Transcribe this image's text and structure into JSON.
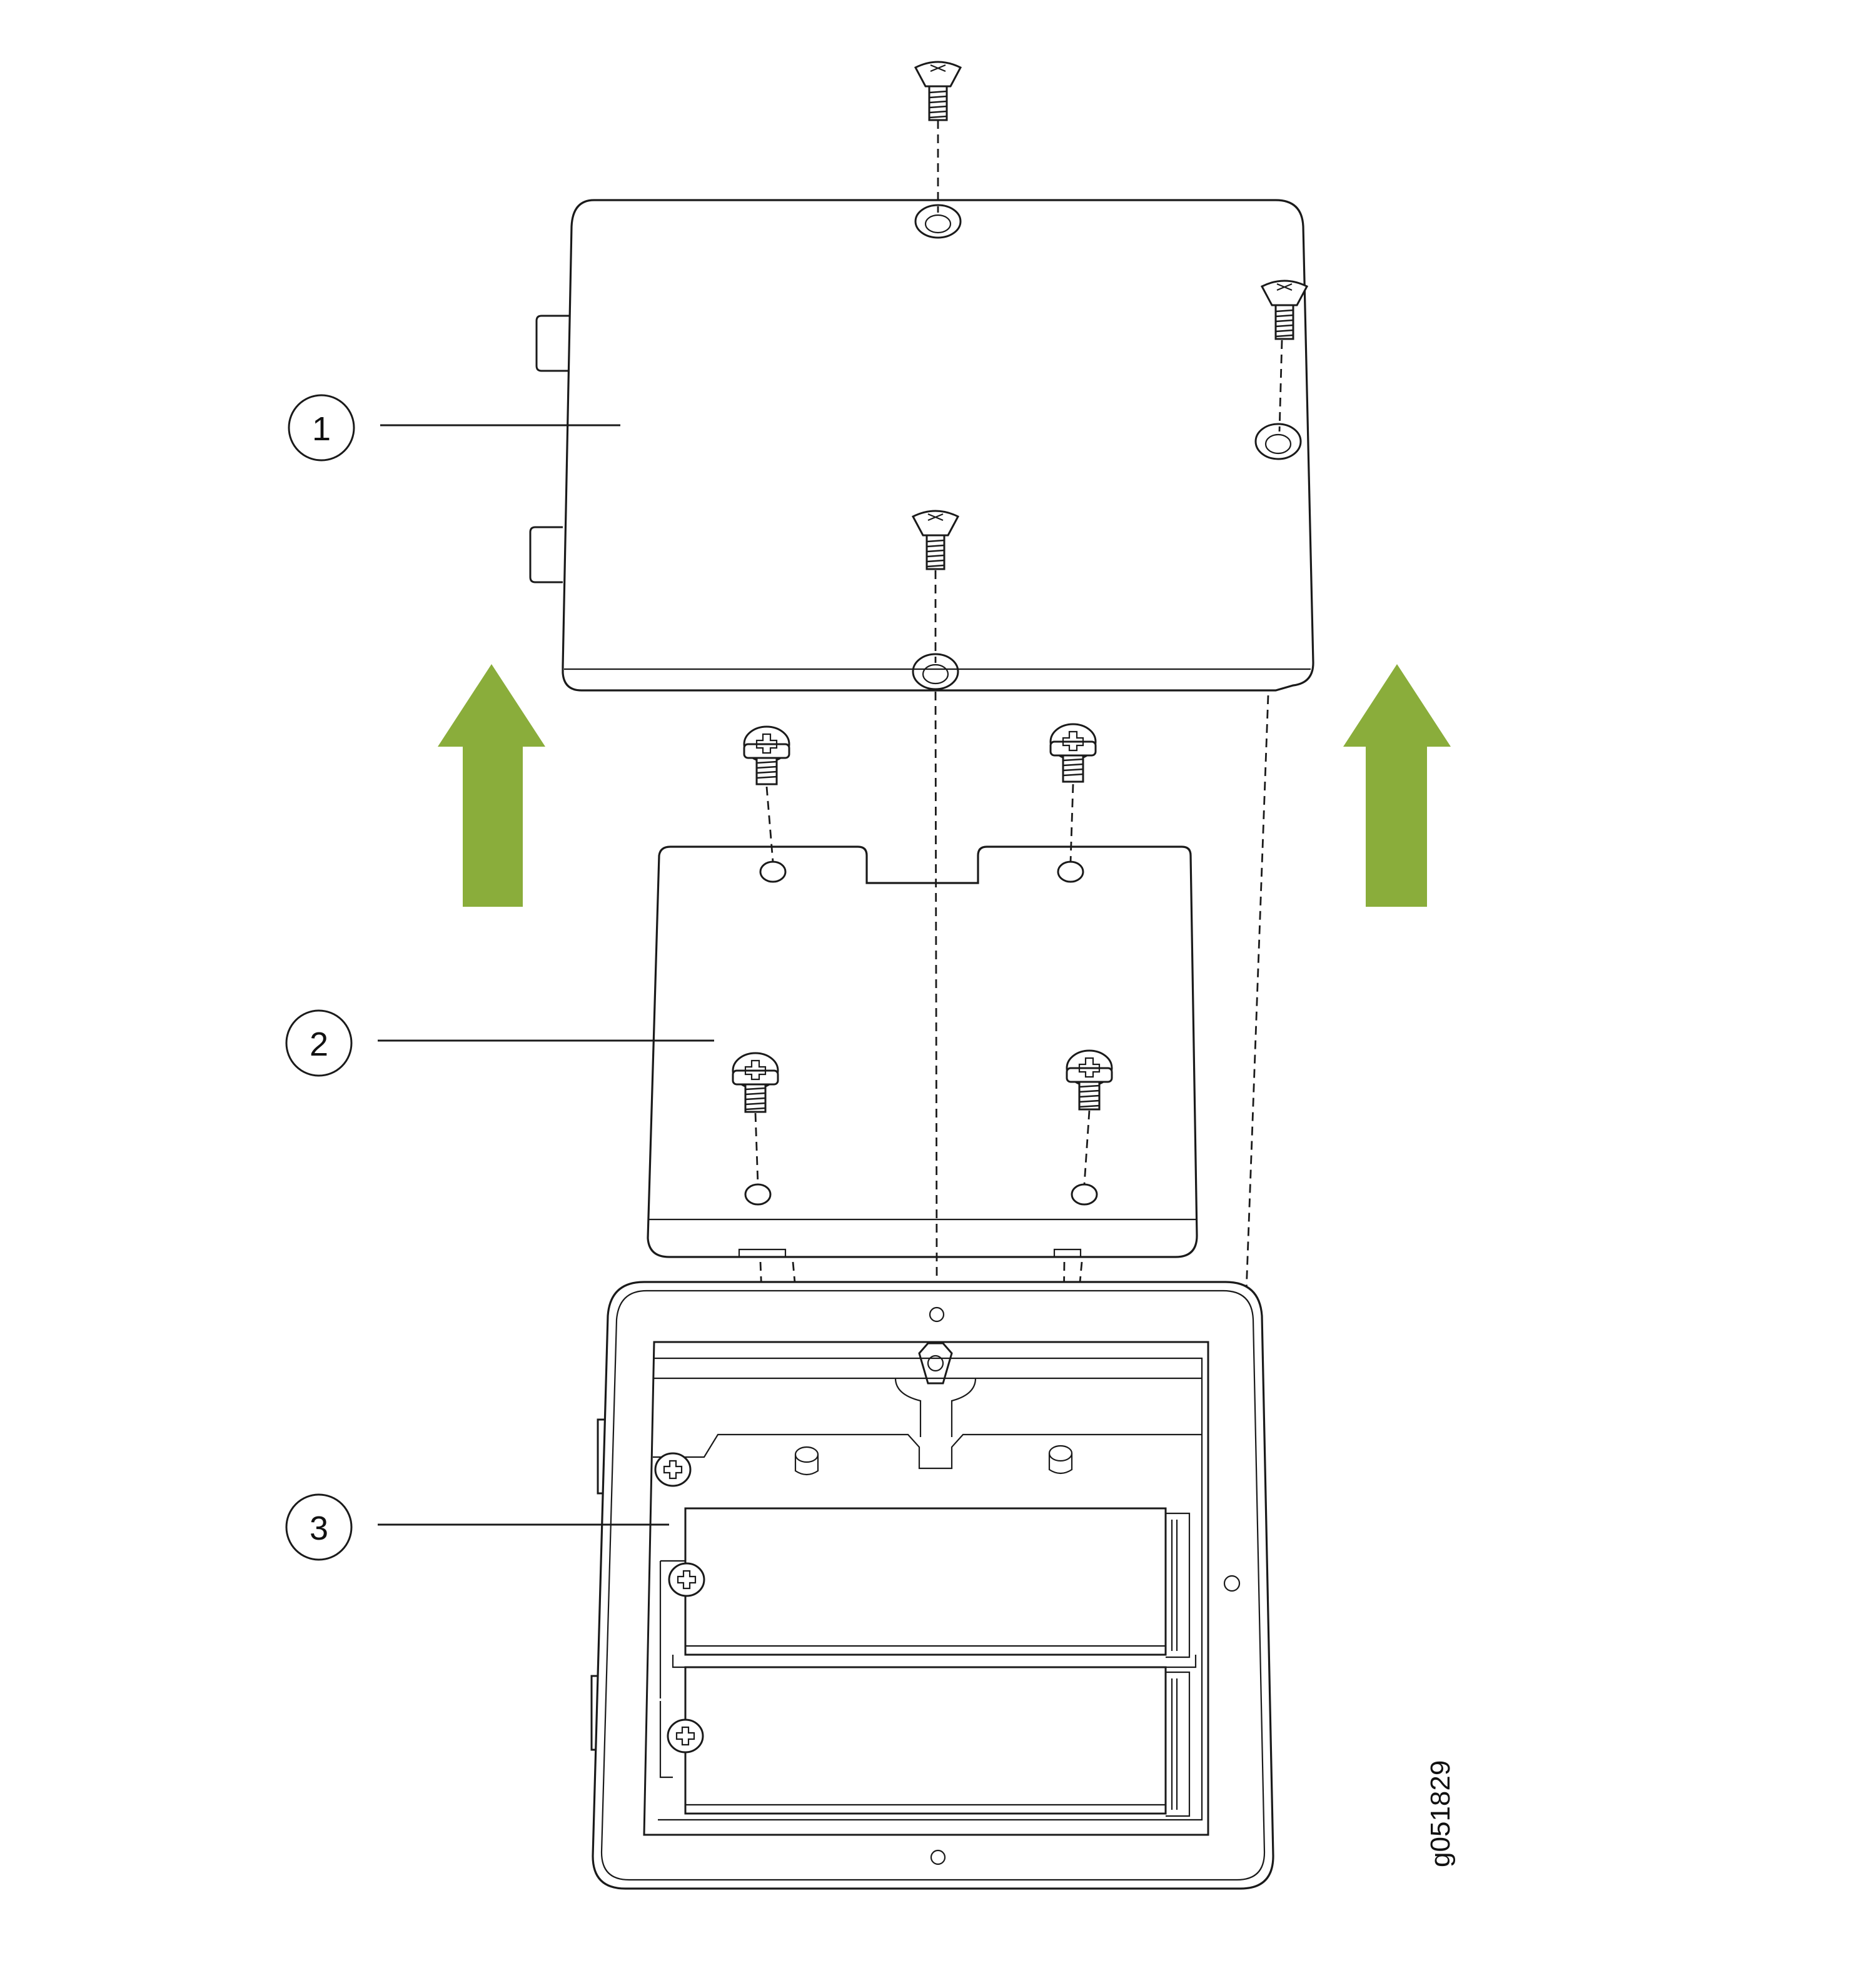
{
  "callouts": [
    {
      "number": "1"
    },
    {
      "number": "2"
    },
    {
      "number": "3"
    }
  ],
  "figure_id": "g051829",
  "colors": {
    "arrow": "#8aad3b",
    "line": "#1a1a1a",
    "background": "#ffffff"
  },
  "icons": [
    "up-arrow-icon",
    "screw-icon",
    "phillips-screw-icon"
  ]
}
